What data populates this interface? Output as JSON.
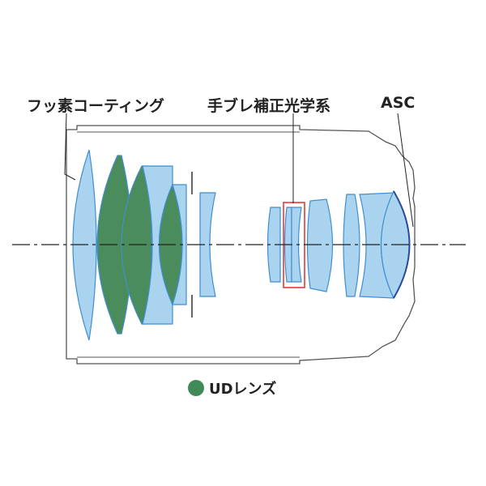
{
  "labels": {
    "fluorine_coating": "フッ素コーティング",
    "image_stabilizer": "手ブレ補正光学系",
    "asc": "ASC"
  },
  "legend": {
    "ud_lens": "UDレンズ"
  },
  "colors": {
    "lens_blue": "#a9d3ef",
    "lens_stroke": "#3f8fd0",
    "ud_green": "#4a8c5b",
    "barrel_outline": "#555555",
    "highlight_red": "#e23b3b"
  }
}
